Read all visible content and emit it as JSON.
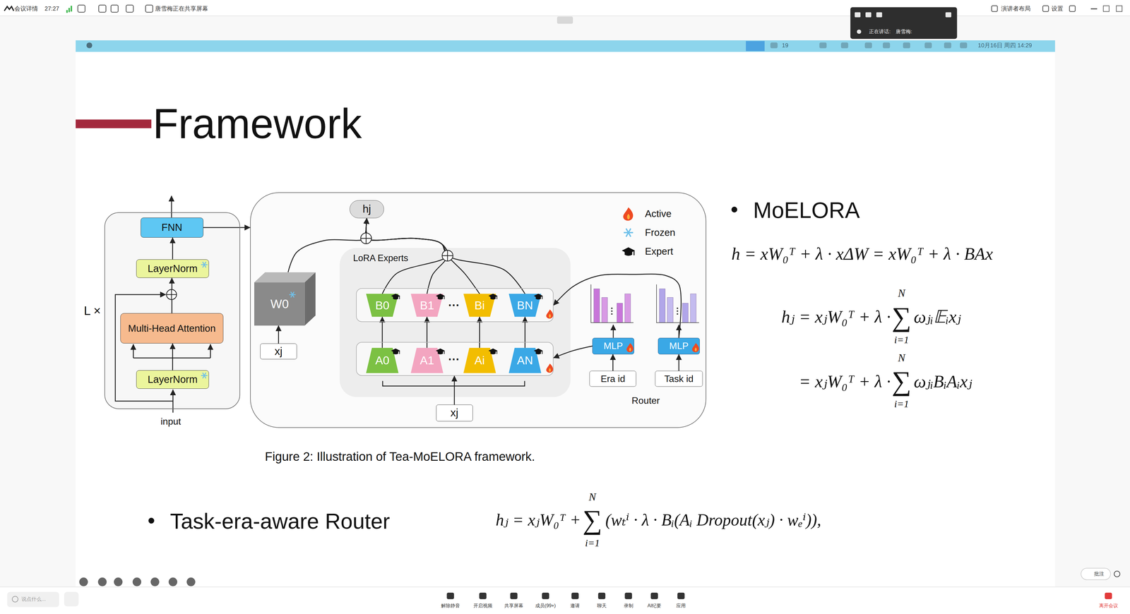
{
  "diagram": {
    "title": "Framework",
    "caption": "Figure 2: Illustration of Tea-MoELORA framework.",
    "nodes": [
      {
        "text": [
          "L ×"
        ]
      },
      {
        "text": [
          "FNN"
        ],
        "in": 0
      },
      {
        "text": [
          "LayerNorm"
        ],
        "in": 0
      },
      {
        "text": [
          "Multi-Head Attention"
        ],
        "in": 0
      },
      {
        "text": [
          "LayerNorm"
        ],
        "in": 0
      },
      {
        "text": []
      },
      {
        "text": [
          "hj"
        ],
        "in": 5
      },
      {
        "text": [
          "W0"
        ],
        "in": 5
      },
      {
        "text": [
          "xj"
        ],
        "in": 5
      },
      {
        "text": [
          "LoRA Experts"
        ],
        "in": 5
      },
      {
        "text": [],
        "in": 9
      },
      {
        "text": [
          "B0"
        ],
        "in": 10
      },
      {
        "text": [
          "B1"
        ],
        "in": 10
      },
      {
        "text": [
          "Bi"
        ],
        "in": 10
      },
      {
        "text": [
          "BN"
        ],
        "in": 10
      },
      {
        "text": [],
        "in": 9
      },
      {
        "text": [
          "A0"
        ],
        "in": 15
      },
      {
        "text": [
          "A1"
        ],
        "in": 15
      },
      {
        "text": [
          "Ai"
        ],
        "in": 15
      },
      {
        "text": [
          "AN"
        ],
        "in": 15
      },
      {
        "text": [
          "xj"
        ],
        "in": 5
      },
      {
        "text": [
          "MLP"
        ],
        "in": 5
      },
      {
        "text": [
          "MLP"
        ],
        "in": 5
      },
      {
        "text": [
          "Era id"
        ],
        "in": 5
      },
      {
        "text": [
          "Task id"
        ],
        "in": 5
      }
    ],
    "edges": [
      {
        "from": 4,
        "to": 3,
        "arrow": "to"
      },
      {
        "from": 3,
        "to": 2,
        "arrow": "to"
      },
      {
        "from": 2,
        "to": 1,
        "arrow": "to"
      },
      {
        "from": 1,
        "to": 5,
        "arrow": "to"
      },
      {
        "from": 8,
        "to": 7,
        "arrow": "to"
      },
      {
        "from": 7,
        "to": 6,
        "arrow": "to"
      },
      {
        "from": 11,
        "to": 6,
        "arrow": "to"
      },
      {
        "from": 12,
        "to": 6,
        "arrow": "to"
      },
      {
        "from": 13,
        "to": 6,
        "arrow": "to"
      },
      {
        "from": 14,
        "to": 6,
        "arrow": "to"
      },
      {
        "from": 16,
        "to": 11,
        "arrow": "to"
      },
      {
        "from": 17,
        "to": 12,
        "arrow": "to"
      },
      {
        "from": 18,
        "to": 13,
        "arrow": "to"
      },
      {
        "from": 19,
        "to": 14,
        "arrow": "to"
      },
      {
        "from": 20,
        "to": 15,
        "arrow": "to"
      },
      {
        "from": 23,
        "to": 21,
        "arrow": "to"
      },
      {
        "from": 24,
        "to": 22,
        "arrow": "to"
      },
      {
        "from": 21,
        "to": 15,
        "arrow": "to"
      },
      {
        "from": 22,
        "to": 10,
        "arrow": "to"
      }
    ],
    "labels": [
      "会议详情",
      "27:27",
      "唐雪梅正在共享屏幕",
      "正在讲话:",
      "唐雪梅:",
      "演讲者布局",
      "设置",
      "19",
      "10月16日 周四 14:29",
      "input",
      "Router",
      "···",
      "···",
      "MoELORA",
      "h = xW₀ᵀ + λ · xΔW = xW₀ᵀ + λ · BAx",
      "hⱼ = xⱼW₀ᵀ + λ ·",
      "N",
      "∑",
      "i=1",
      "ωⱼᵢ𝔼ᵢxⱼ",
      "= xⱼW₀ᵀ + λ ·",
      "N",
      "∑",
      "i=1",
      "ωⱼᵢBᵢAᵢxⱼ",
      "Task-era-aware Router",
      "hⱼ = xⱼW₀ᵀ +",
      "N",
      "∑",
      "i=1",
      "(wₜⁱ · λ · Bᵢ(Aᵢ Dropout(xⱼ) · wₑⁱ)),",
      "说点什么...",
      "解除静音",
      "开启视频",
      "共享屏幕",
      "成员(99+)",
      "邀请",
      "聊天",
      "录制",
      "AI纪要",
      "应用",
      "离开会议",
      "批注"
    ],
    "legend": [
      {
        "text": "Active"
      },
      {
        "text": "Frozen"
      },
      {
        "text": "Expert"
      }
    ]
  }
}
